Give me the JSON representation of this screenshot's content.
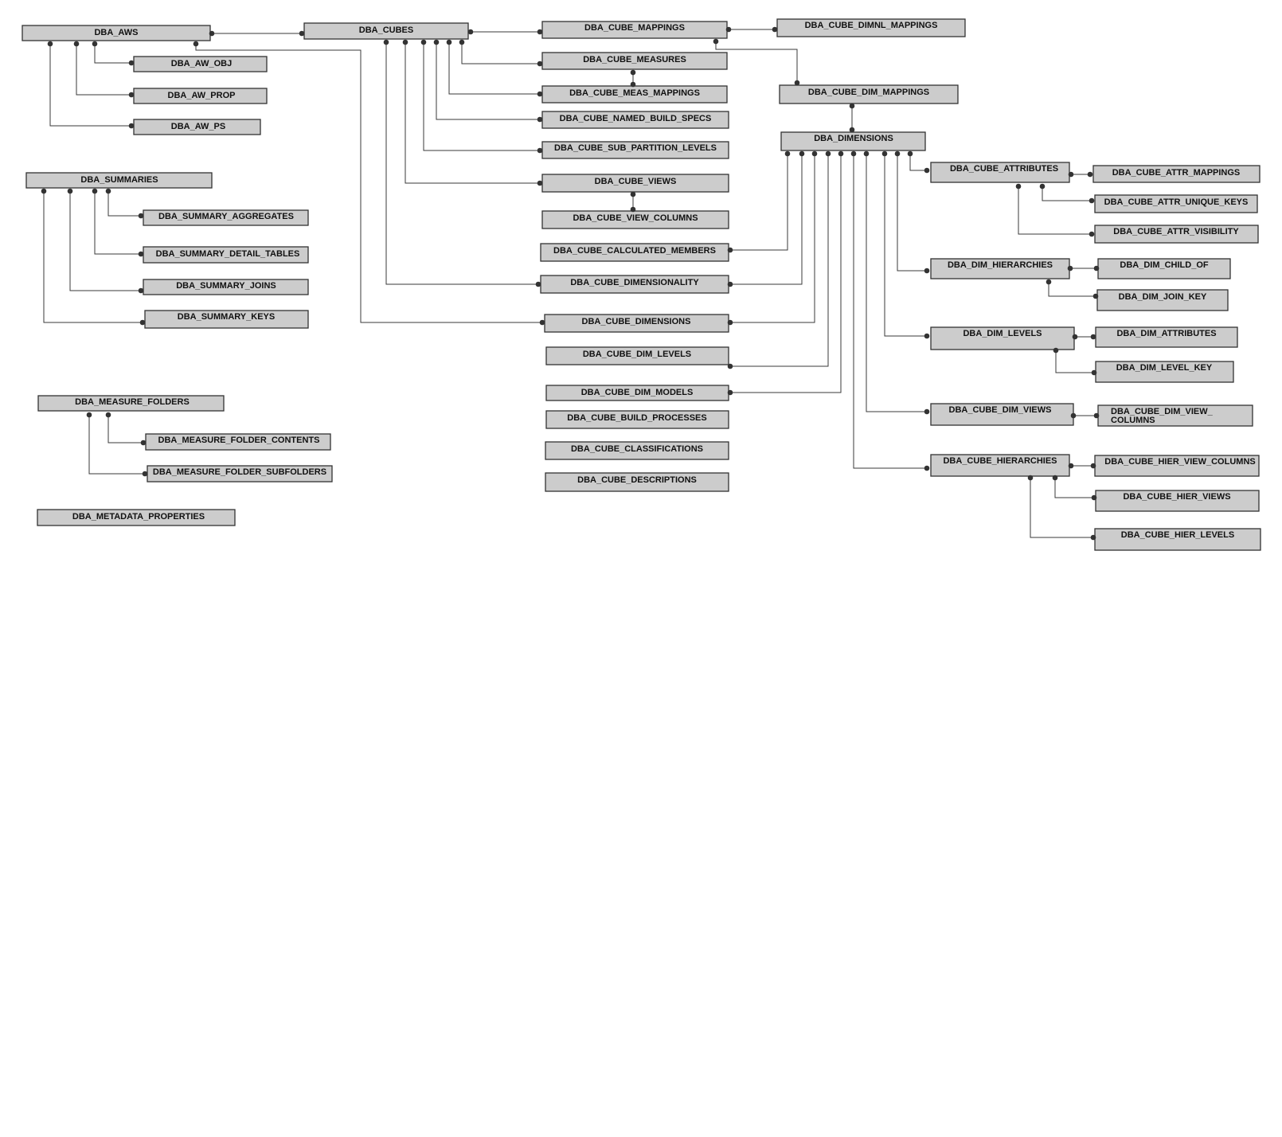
{
  "colors": {
    "box_fill": "#cccccc",
    "box_border": "#333333",
    "line": "#3a3a3a",
    "dot": "#333333",
    "text": "#111111"
  },
  "tables": {
    "dba_aws": "DBA_AWS",
    "dba_aw_obj": "DBA_AW_OBJ",
    "dba_aw_prop": "DBA_AW_PROP",
    "dba_aw_ps": "DBA_AW_PS",
    "dba_cubes": "DBA_CUBES",
    "dba_cube_mappings": "DBA_CUBE_MAPPINGS",
    "dba_cube_dimnl_mappings": "DBA_CUBE_DIMNL_MAPPINGS",
    "dba_cube_measures": "DBA_CUBE_MEASURES",
    "dba_cube_meas_mappings": "DBA_CUBE_MEAS_MAPPINGS",
    "dba_cube_named_build_specs": "DBA_CUBE_NAMED_BUILD_SPECS",
    "dba_cube_sub_partition_levels": "DBA_CUBE_SUB_PARTITION_LEVELS",
    "dba_cube_views": "DBA_CUBE_VIEWS",
    "dba_cube_view_columns": "DBA_CUBE_VIEW_COLUMNS",
    "dba_cube_calculated_members": "DBA_CUBE_CALCULATED_MEMBERS",
    "dba_cube_dimensionality": "DBA_CUBE_DIMENSIONALITY",
    "dba_cube_dimensions": "DBA_CUBE_DIMENSIONS",
    "dba_cube_dim_levels": "DBA_CUBE_DIM_LEVELS",
    "dba_cube_dim_models": "DBA_CUBE_DIM_MODELS",
    "dba_cube_build_processes": "DBA_CUBE_BUILD_PROCESSES",
    "dba_cube_classifications": "DBA_CUBE_CLASSIFICATIONS",
    "dba_cube_descriptions": "DBA_CUBE_DESCRIPTIONS",
    "dba_cube_dim_mappings": "DBA_CUBE_DIM_MAPPINGS",
    "dba_dimensions": "DBA_DIMENSIONS",
    "dba_cube_attributes": "DBA_CUBE_ATTRIBUTES",
    "dba_cube_attr_mappings": "DBA_CUBE_ATTR_MAPPINGS",
    "dba_cube_attr_unique_keys": "DBA_CUBE_ATTR_UNIQUE_KEYS",
    "dba_cube_attr_visibility": "DBA_CUBE_ATTR_VISIBILITY",
    "dba_dim_hierarchies": "DBA_DIM_HIERARCHIES",
    "dba_dim_child_of": "DBA_DIM_CHILD_OF",
    "dba_dim_join_key": "DBA_DIM_JOIN_KEY",
    "dba_dim_levels": "DBA_DIM_LEVELS",
    "dba_dim_attributes": "DBA_DIM_ATTRIBUTES",
    "dba_dim_level_key": "DBA_DIM_LEVEL_KEY",
    "dba_cube_dim_views": "DBA_CUBE_DIM_VIEWS",
    "dba_cube_dim_view_columns_1": "DBA_CUBE_DIM_VIEW_",
    "dba_cube_dim_view_columns_2": "COLUMNS",
    "dba_cube_hierarchies": "DBA_CUBE_HIERARCHIES",
    "dba_cube_hier_view_columns": "DBA_CUBE_HIER_VIEW_COLUMNS",
    "dba_cube_hier_views": "DBA_CUBE_HIER_VIEWS",
    "dba_cube_hier_levels": "DBA_CUBE_HIER_LEVELS",
    "dba_summaries": "DBA_SUMMARIES",
    "dba_summary_aggregates": "DBA_SUMMARY_AGGREGATES",
    "dba_summary_detail_tables": "DBA_SUMMARY_DETAIL_TABLES",
    "dba_summary_joins": "DBA_SUMMARY_JOINS",
    "dba_summary_keys": "DBA_SUMMARY_KEYS",
    "dba_measure_folders": "DBA_MEASURE_FOLDERS",
    "dba_measure_folder_contents": "DBA_MEASURE_FOLDER_CONTENTS",
    "dba_measure_folder_subfolders": "DBA_MEASURE_FOLDER_SUBFOLDERS",
    "dba_metadata_properties": "DBA_METADATA_PROPERTIES"
  }
}
